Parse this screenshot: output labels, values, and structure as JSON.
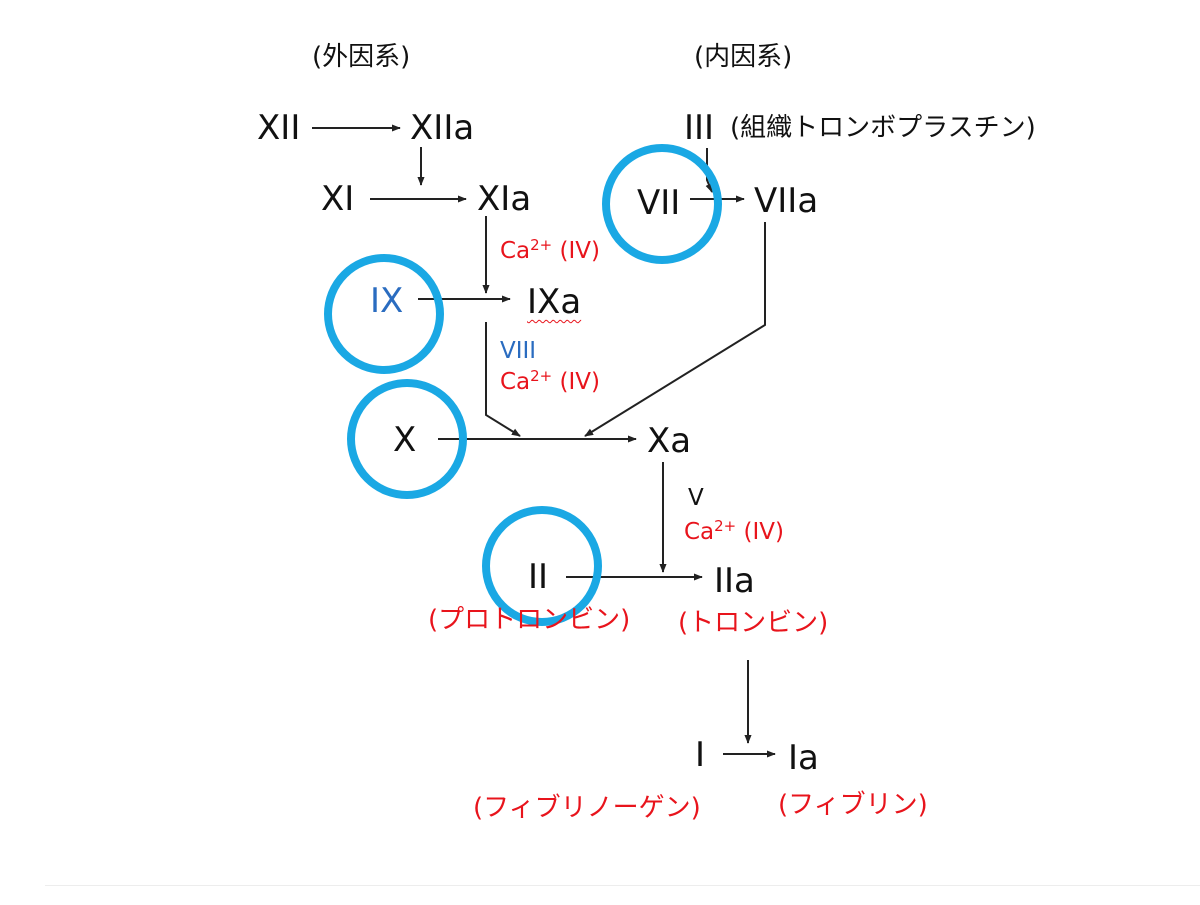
{
  "headers": {
    "extrinsic": "(外因系)",
    "intrinsic": "(内因系)"
  },
  "factors": {
    "xii": "XII",
    "xiia": "XIIa",
    "xi": "XI",
    "xia": "XIa",
    "iii": "III",
    "iii_note": "(組織トロンボプラスチン)",
    "vii": "VII",
    "viia": "VIIa",
    "ix": "IX",
    "ixa": "IXa",
    "x": "X",
    "xa": "Xa",
    "ii": "II",
    "iia": "IIa",
    "i": "I",
    "ia": "Ia"
  },
  "cofactors": {
    "ca_base": "Ca",
    "ca_sup": "2+",
    "ca_suffix": " (IV)",
    "viii": "VIII",
    "v": "V"
  },
  "names": {
    "prothrombin": "(プロトロンビン)",
    "thrombin": "(トロンビン)",
    "fibrinogen": "(フィブリノーゲン)",
    "fibrin": "(フィブリン)"
  },
  "colors": {
    "text": "#111111",
    "red": "#e8141c",
    "blue_text": "#2a6cc0",
    "highlight_circle": "#1aa8e4"
  }
}
